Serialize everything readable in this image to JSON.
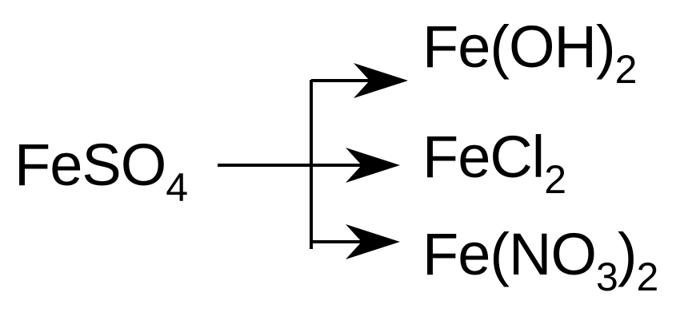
{
  "reactant": {
    "base": "FeSO",
    "sub": "4"
  },
  "products": [
    {
      "pre": "Fe(OH)",
      "sub": "2",
      "post": ""
    },
    {
      "pre": "FeCl",
      "sub": "2",
      "post": ""
    },
    {
      "pre": "Fe(NO",
      "sub": "3",
      "post": ")",
      "sub2": "2"
    }
  ]
}
